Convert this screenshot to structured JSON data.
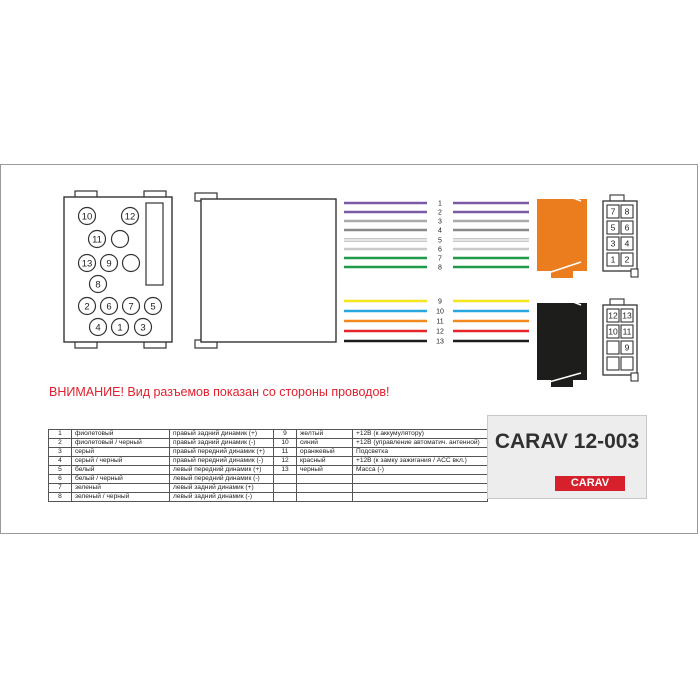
{
  "warning": "ВНИМАНИЕ! Вид разъемов показан со стороны проводов!",
  "model": "CARAV 12-003",
  "brand": "CARAV",
  "colors": {
    "red_text": "#e0202e",
    "orange_block": "#ec7d1f",
    "black_block": "#1d1d1b"
  },
  "round_pins": [
    {
      "label": "10"
    },
    {
      "label": "12"
    },
    {
      "label": "11"
    },
    {
      "label": ""
    },
    {
      "label": "13"
    },
    {
      "label": "9"
    },
    {
      "label": ""
    },
    {
      "label": "8"
    },
    {
      "label": "2"
    },
    {
      "label": "6"
    },
    {
      "label": "7"
    },
    {
      "label": "5"
    },
    {
      "label": "4"
    },
    {
      "label": "1"
    },
    {
      "label": "3"
    }
  ],
  "wires": [
    {
      "num": "1",
      "color": "#7b5aa6"
    },
    {
      "num": "2",
      "color": "#7b5aa6"
    },
    {
      "num": "3",
      "color": "#a9a9a9"
    },
    {
      "num": "4",
      "color": "#8a8a8a"
    },
    {
      "num": "5",
      "color": "#e6e6e6"
    },
    {
      "num": "6",
      "color": "#c9c9c9"
    },
    {
      "num": "7",
      "color": "#1e9a4a"
    },
    {
      "num": "8",
      "color": "#1e9a4a"
    },
    {
      "num": "9",
      "color": "#f5e61e"
    },
    {
      "num": "10",
      "color": "#29a7df"
    },
    {
      "num": "11",
      "color": "#f28a1e"
    },
    {
      "num": "12",
      "color": "#e4262c"
    },
    {
      "num": "13",
      "color": "#1d1d1b"
    }
  ],
  "connector_a_pins": [
    [
      "7",
      "8"
    ],
    [
      "5",
      "6"
    ],
    [
      "3",
      "4"
    ],
    [
      "1",
      "2"
    ]
  ],
  "connector_b_pins": [
    [
      "12",
      "13"
    ],
    [
      "10",
      "11"
    ],
    [
      "",
      "9"
    ],
    [
      "",
      ""
    ]
  ],
  "table": [
    {
      "n1": "1",
      "c1": "фиолетовый",
      "d1": "правый задний динамик (+)",
      "n2": "9",
      "c2": "желтый",
      "d2": "+12В (к аккумулятору)"
    },
    {
      "n1": "2",
      "c1": "фиолетовый / черный",
      "d1": "правый задний динамик (-)",
      "n2": "10",
      "c2": "синий",
      "d2": "+12В (управление автоматич. антенной)"
    },
    {
      "n1": "3",
      "c1": "серый",
      "d1": "правый передний динамик (+)",
      "n2": "11",
      "c2": "оранжевый",
      "d2": "Подсветка"
    },
    {
      "n1": "4",
      "c1": "серый / черный",
      "d1": "правый передний динамик (-)",
      "n2": "12",
      "c2": "красный",
      "d2": "+12В (к замку зажигания / ACC вкл.)"
    },
    {
      "n1": "5",
      "c1": "белый",
      "d1": "левый передний динамик (+)",
      "n2": "13",
      "c2": "черный",
      "d2": "Масса (-)"
    },
    {
      "n1": "6",
      "c1": "белый / черный",
      "d1": "левый передний динамик (-)",
      "n2": "",
      "c2": "",
      "d2": ""
    },
    {
      "n1": "7",
      "c1": "зеленый",
      "d1": "левый задний динамик (+)",
      "n2": "",
      "c2": "",
      "d2": ""
    },
    {
      "n1": "8",
      "c1": "зеленый / черный",
      "d1": "левый задний динамик (-)",
      "n2": "",
      "c2": "",
      "d2": ""
    }
  ]
}
